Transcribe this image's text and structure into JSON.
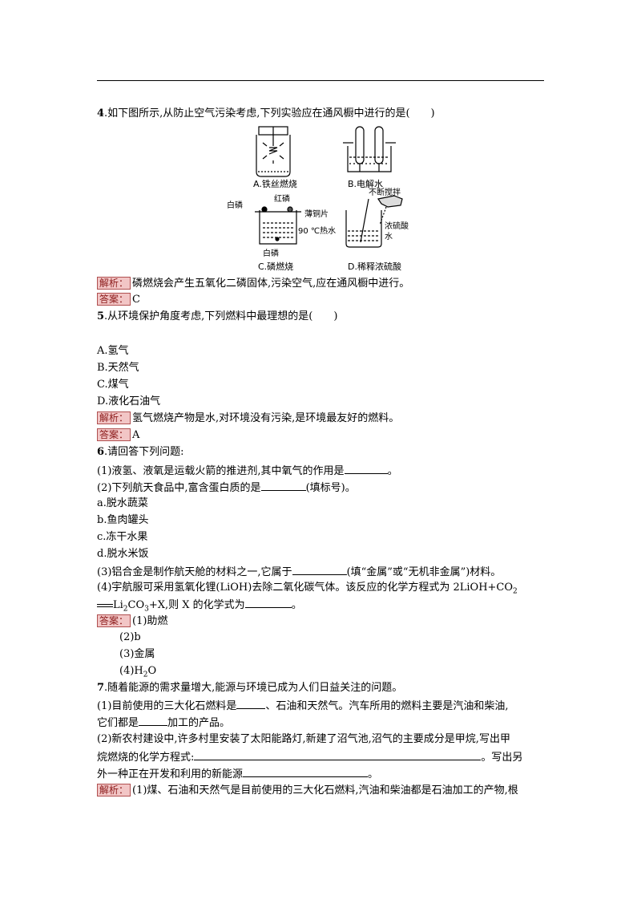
{
  "q4": {
    "stem_num": "4",
    "stem_text": ".如下图所示,从防止空气污染考虑,下列实验应在通风橱中进行的是(　　)",
    "fig": {
      "a_caption": "A.铁丝燃烧",
      "b_caption": "B.电解水",
      "c_caption": "C.磷燃烧",
      "d_caption": "D.稀释浓硫酸",
      "c_white_p": "白磷",
      "c_red_p": "红磷",
      "c_copper": "薄铜片",
      "c_water": "90 ℃热水",
      "c_white_p2": "白磷",
      "d_stir": "不断搅拌",
      "d_acid": "浓硫酸",
      "d_water": "水"
    },
    "analysis_tag": "解析：",
    "analysis_text": "磷燃烧会产生五氧化二磷固体,污染空气,应在通风橱中进行。",
    "answer_tag": "答案：",
    "answer_text": "C"
  },
  "q5": {
    "stem_num": "5",
    "stem_text": ".从环境保护角度考虑,下列燃料中最理想的是(　　)",
    "options": [
      "A.氢气",
      "B.天然气",
      "C.煤气",
      "D.液化石油气"
    ],
    "analysis_tag": "解析：",
    "analysis_text": "氢气燃烧产物是水,对环境没有污染,是环境最友好的燃料。",
    "answer_tag": "答案：",
    "answer_text": "A"
  },
  "q6": {
    "stem_num": "6",
    "stem_text": ".请回答下列问题:",
    "p1_a": "(1)液氢、液氧是运载火箭的推进剂,其中氧气的作用是",
    "p1_b": "。",
    "p2_a": "(2)下列航天食品中,富含蛋白质的是",
    "p2_b": "(填标号)。",
    "options": [
      "a.脱水蔬菜",
      "b.鱼肉罐头",
      "c.冻干水果",
      "d.脱水米饭"
    ],
    "p3_a": "(3)铝合金是制作航天舱的材料之一,它属于",
    "p3_b": "(填“金属”或“无机非金属”)材料。",
    "p4_line1": "(4)宇航服可采用氢氧化锂(LiOH)去除二氧化碳气体。该反应的化学方程式为 2LiOH+CO",
    "p4_sub1": "2",
    "p4_line2_a": "Li",
    "p4_sub2": "2",
    "p4_line2_b": "CO",
    "p4_sub3": "3",
    "p4_line2_c": "+X,则 X 的化学式为",
    "p4_line2_d": "。",
    "answer_tag": "答案：",
    "answers": [
      "(1)助燃",
      "(2)b",
      "(3)金属"
    ],
    "answer4_a": "(4)H",
    "answer4_sub": "2",
    "answer4_b": "O"
  },
  "q7": {
    "stem_num": "7",
    "stem_text": ".随着能源的需求量增大,能源与环境已成为人们日益关注的问题。",
    "p1_a": "(1)目前使用的三大化石燃料是",
    "p1_b": "、石油和天然气。汽车所用的燃料主要是汽油和柴油,",
    "p1_c": "它们都是",
    "p1_d": "加工的产品。",
    "p2_line1": "(2)新农村建设中,许多村里安装了太阳能路灯,新建了沼气池,沼气的主要成分是甲烷,写出甲",
    "p2_line2_a": "烷燃烧的化学方程式:",
    "p2_line2_b": "。写出另",
    "p2_line3_a": "外一种正在开发和利用的新能源",
    "p2_line3_b": "。",
    "analysis_tag": "解析：",
    "analysis_text": "(1)煤、石油和天然气是目前使用的三大化石燃料,汽油和柴油都是石油加工的产物,根"
  }
}
